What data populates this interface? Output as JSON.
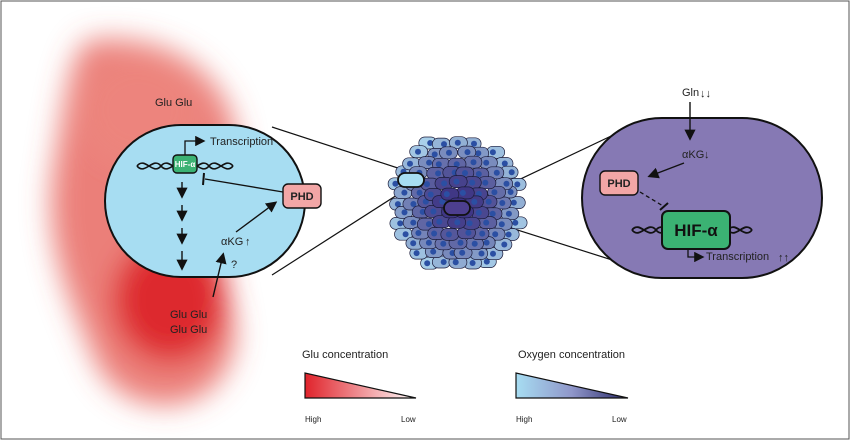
{
  "left_cell": {
    "glu_top": "Glu  Glu",
    "transcription": "Transcription",
    "hif_label": "HIF-α",
    "phd_label": "PHD",
    "akg_label": "αKG",
    "akg_arrow": "↑",
    "question": "?",
    "glu_bottom_1": "Glu  Glu",
    "glu_bottom_2": "Glu  Glu"
  },
  "right_cell": {
    "gln_label": "Gln",
    "gln_arrows": "↓↓",
    "akg_label": "αKG",
    "akg_arrow": "↓",
    "phd_label": "PHD",
    "hif_label": "HIF-α",
    "transcription": "Transcription",
    "transcription_arrows": "↑↑"
  },
  "legends": {
    "glu": {
      "title": "Glu concentration",
      "high": "High",
      "low": "Low"
    },
    "oxygen": {
      "title": "Oxygen concentration",
      "high": "High",
      "low": "Low"
    }
  },
  "colors": {
    "glu_red": "#e0232b",
    "left_cell_fill": "#a7ddf2",
    "right_cell_fill": "#8679b4",
    "hif_green": "#3bb273",
    "phd_pink": "#f2a6a6",
    "oxygen_dark": "#2a2a6a"
  },
  "icons": [
    "dna-helix-icon",
    "inhibition-bar-icon",
    "arrow-icon"
  ]
}
